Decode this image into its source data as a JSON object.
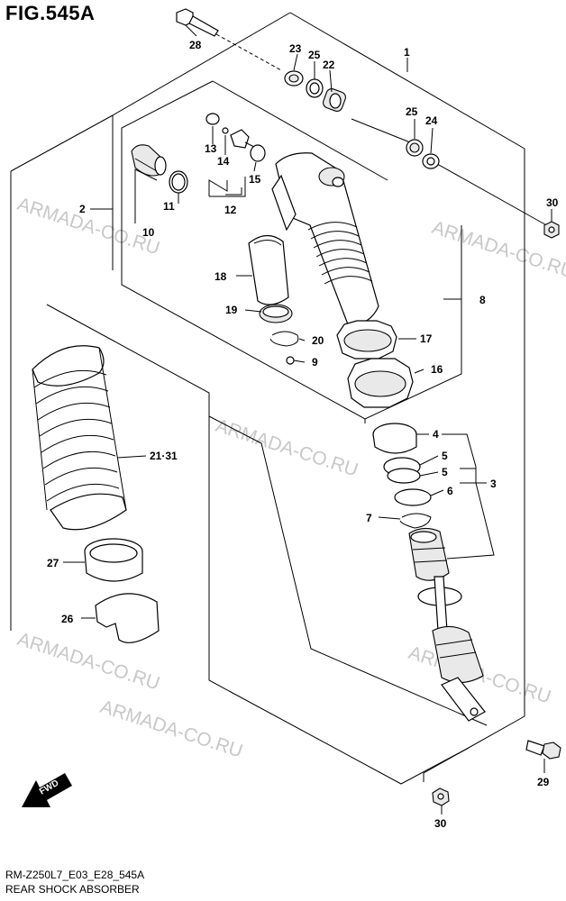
{
  "figure": {
    "title": "FIG.545A"
  },
  "footer": {
    "code": "RM-Z250L7_E03_E28_545A",
    "name": "REAR SHOCK ABSORBER"
  },
  "watermarks": [
    "ARMADA-CO.RU",
    "ARMADA-CO.RU",
    "ARMADA-CO.RU",
    "ARMADA-CO.RU",
    "ARMADA-CO.RU",
    "ARMADA-CO.RU"
  ],
  "fwd_label": "FWD",
  "callouts": {
    "c28": "28",
    "c23": "23",
    "c25a": "25",
    "c22": "22",
    "c1": "1",
    "c25b": "25",
    "c24": "24",
    "c13": "13",
    "c14": "14",
    "c15": "15",
    "c12": "12",
    "c11": "11",
    "c10": "10",
    "c2": "2",
    "c30a": "30",
    "c8": "8",
    "c18": "18",
    "c19": "19",
    "c20": "20",
    "c9": "9",
    "c17": "17",
    "c16": "16",
    "c4": "4",
    "c5a": "5",
    "c5b": "5",
    "c6": "6",
    "c3": "3",
    "c7": "7",
    "c2131": "21·31",
    "c27": "27",
    "c26": "26",
    "c29": "29",
    "c30b": "30"
  },
  "colors": {
    "line": "#000000",
    "watermark": "#c8c8c8",
    "background": "#ffffff"
  }
}
